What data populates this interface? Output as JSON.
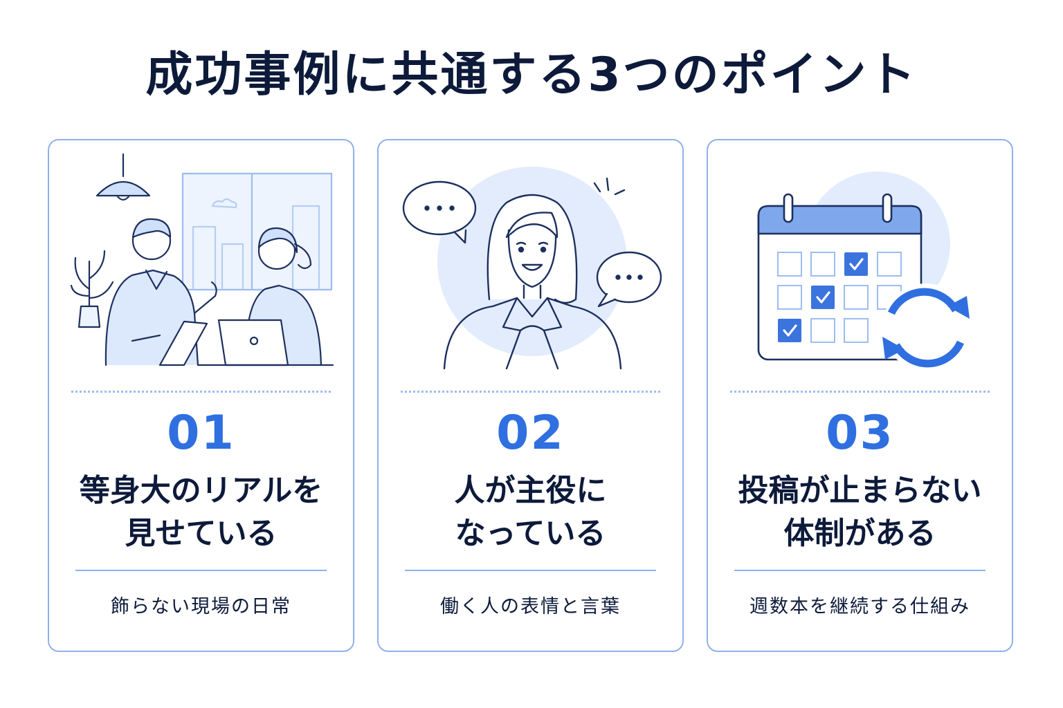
{
  "title": "成功事例に共通する3つのポイント",
  "cards": [
    {
      "number": "01",
      "heading_line1": "等身大のリアルを",
      "heading_line2": "見せている",
      "subtext": "飾らない現場の日常",
      "illustration": "team-meeting-illustration"
    },
    {
      "number": "02",
      "heading_line1": "人が主役に",
      "heading_line2": "なっている",
      "subtext": "働く人の表情と言葉",
      "illustration": "smiling-person-illustration"
    },
    {
      "number": "03",
      "heading_line1": "投稿が止まらない",
      "heading_line2": "体制がある",
      "subtext": "週数本を継続する仕組み",
      "illustration": "calendar-cycle-illustration"
    }
  ],
  "colors": {
    "accent": "#2f6fe0",
    "navy": "#0d1a3a",
    "border": "#8fb0ea",
    "light_fill": "#dce8fb"
  }
}
